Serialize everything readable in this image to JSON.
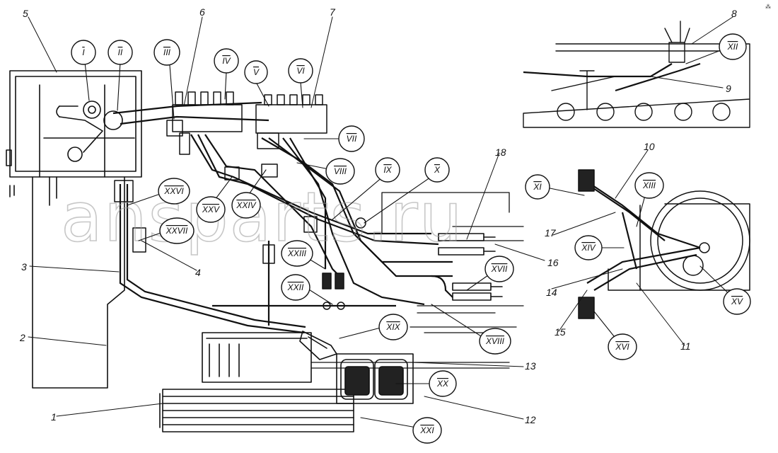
{
  "watermark": "ansparts.ru",
  "corner_mark": "⁂",
  "callouts_roman": [
    "I",
    "II",
    "III",
    "IV",
    "V",
    "VI",
    "VII",
    "VIII",
    "IX",
    "X",
    "XI",
    "XII",
    "XIII",
    "XIV",
    "XV",
    "XVI",
    "XVII",
    "XVIII",
    "XIX",
    "XX",
    "XXI",
    "XXII",
    "XXIII",
    "XXIV",
    "XXV",
    "XXVI",
    "XXVII"
  ],
  "labels_numeric": [
    "1",
    "2",
    "3",
    "4",
    "5",
    "6",
    "7",
    "8",
    "9",
    "10",
    "11",
    "12",
    "13",
    "14",
    "15",
    "16",
    "17",
    "18"
  ]
}
